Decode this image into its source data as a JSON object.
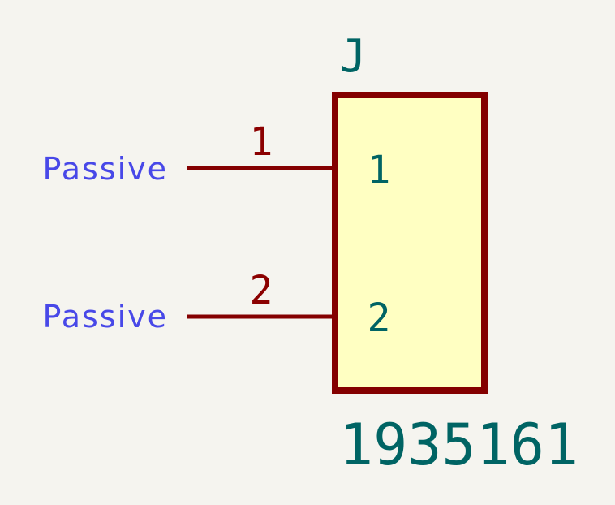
{
  "symbol": {
    "reference": "J",
    "value": "1935161",
    "body_fill_color": "#ffffc2",
    "body_stroke_color": "#840000",
    "pin_line_color": "#840000",
    "text_color": "#006464",
    "pin_type_color": "#4848e8",
    "pins": [
      {
        "number": "1",
        "name": "1",
        "type": "Passive"
      },
      {
        "number": "2",
        "name": "2",
        "type": "Passive"
      }
    ]
  }
}
